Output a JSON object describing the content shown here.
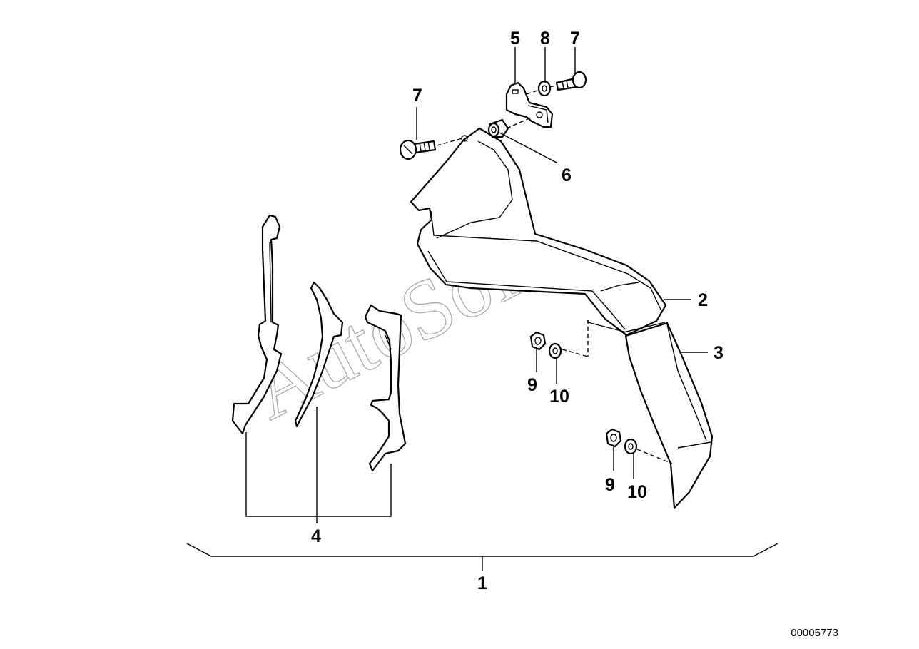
{
  "diagram": {
    "document_number": "00005773",
    "watermark": "AutoSoft",
    "callouts": {
      "c1": "1",
      "c2": "2",
      "c3": "3",
      "c4": "4",
      "c5": "5",
      "c6": "6",
      "c7a": "7",
      "c7b": "7",
      "c8": "8",
      "c9a": "9",
      "c9b": "9",
      "c10a": "10",
      "c10b": "10"
    }
  }
}
